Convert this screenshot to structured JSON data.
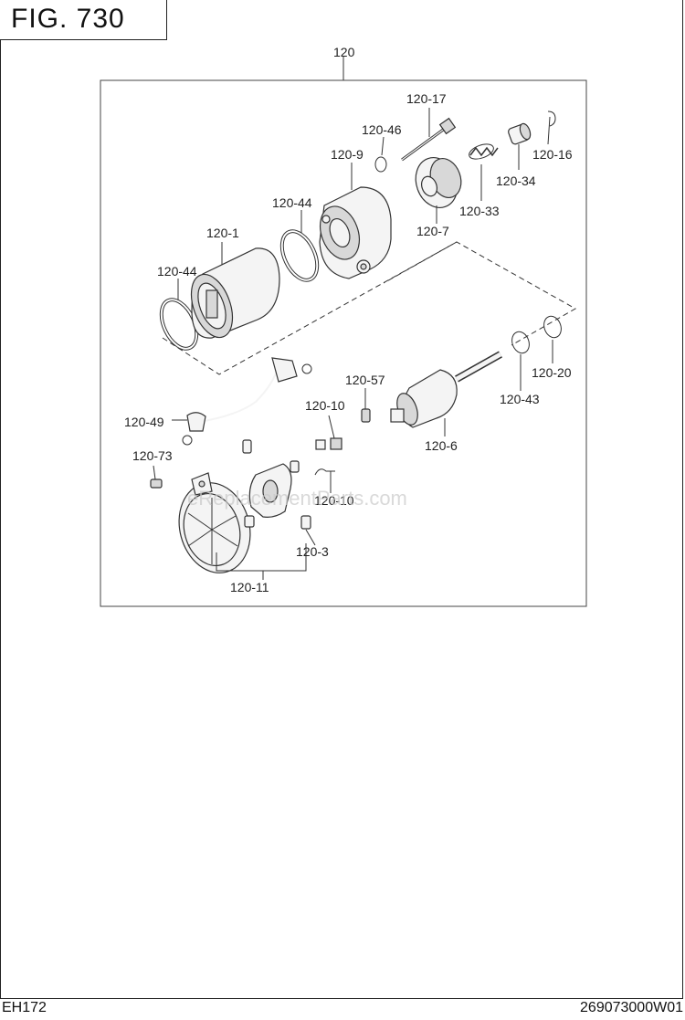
{
  "figure": {
    "title": "FIG.  730"
  },
  "footer": {
    "model": "EH172",
    "code": "269073000W01"
  },
  "watermark": "eReplacementParts.com",
  "labels": {
    "assembly": "120",
    "p120_17": "120-17",
    "p120_46": "120-46",
    "p120_9": "120-9",
    "p120_16": "120-16",
    "p120_34": "120-34",
    "p120_44_top": "120-44",
    "p120_33": "120-33",
    "p120_7": "120-7",
    "p120_1": "120-1",
    "p120_44_left": "120-44",
    "p120_20": "120-20",
    "p120_43": "120-43",
    "p120_57": "120-57",
    "p120_10_a": "120-10",
    "p120_49": "120-49",
    "p120_6": "120-6",
    "p120_73": "120-73",
    "p120_10_b": "120-10",
    "p120_3": "120-3",
    "p120_11": "120-11"
  }
}
